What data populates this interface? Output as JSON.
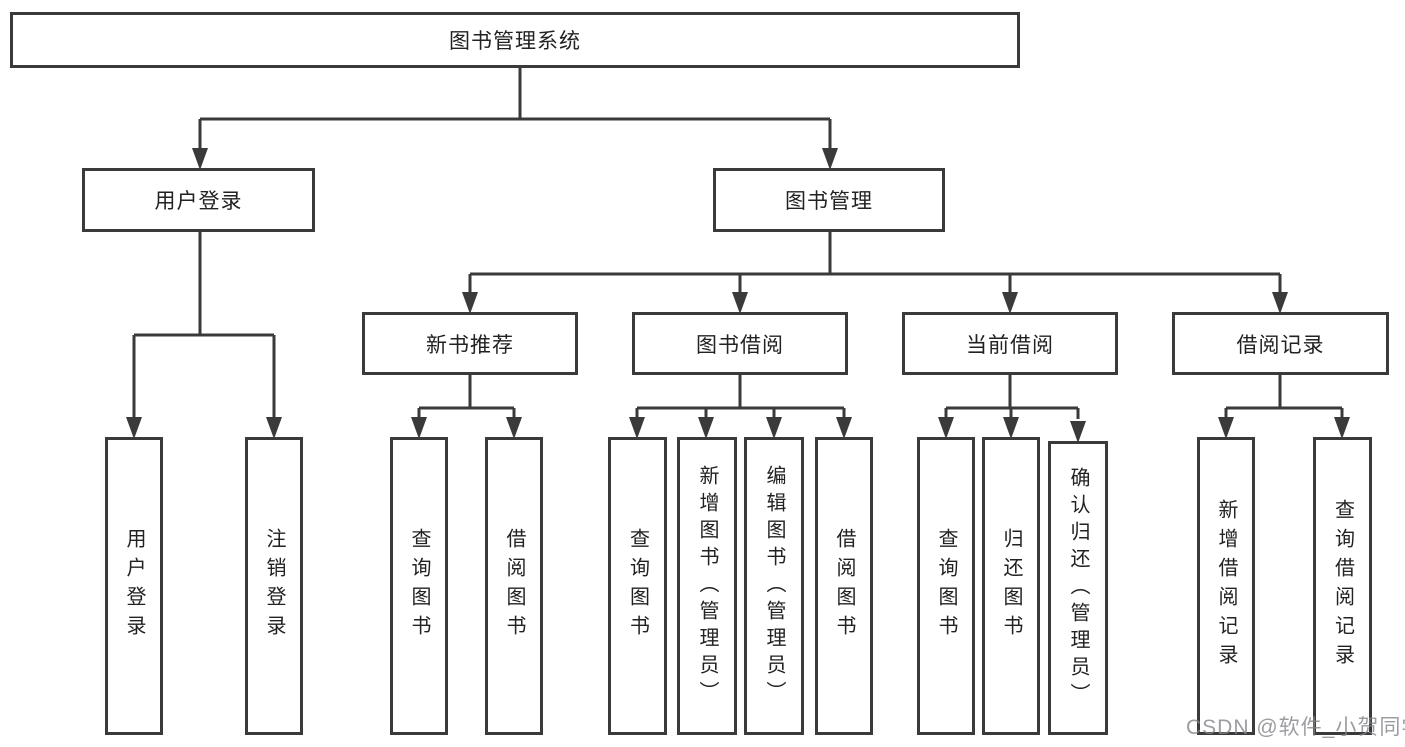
{
  "diagram": {
    "root": "图书管理系统",
    "branches": [
      {
        "label": "用户登录",
        "children": [
          "用户登录",
          "注销登录"
        ]
      },
      {
        "label": "图书管理",
        "groups": [
          {
            "label": "新书推荐",
            "children": [
              "查询图书",
              "借阅图书"
            ]
          },
          {
            "label": "图书借阅",
            "children": [
              "查询图书",
              "新增图书（管理员）",
              "编辑图书（管理员）",
              "借阅图书"
            ]
          },
          {
            "label": "当前借阅",
            "children": [
              "查询图书",
              "归还图书",
              "确认归还（管理员）"
            ]
          },
          {
            "label": "借阅记录",
            "children": [
              "新增借阅记录",
              "查询借阅记录"
            ]
          }
        ]
      }
    ]
  },
  "watermark": "CSDN @软件_小贺同学",
  "colors": {
    "line": "#3a3a3a",
    "text": "#222222",
    "watermark": "#82858a",
    "background": "#ffffff"
  }
}
